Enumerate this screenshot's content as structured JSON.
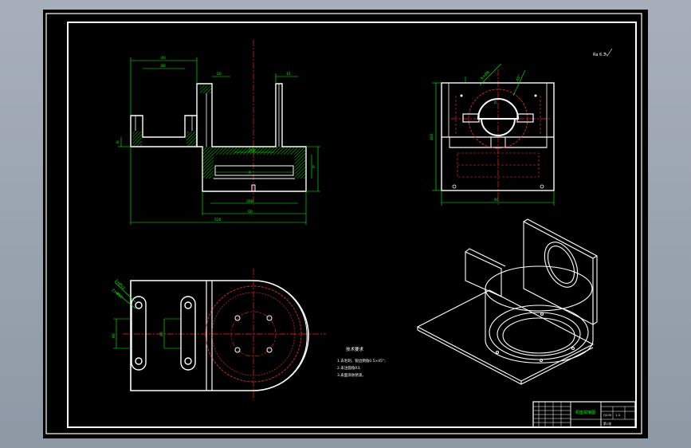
{
  "window": {
    "background": "#9aa3af",
    "canvas_color": "#000000"
  },
  "colors": {
    "outline": "#ffffff",
    "dimension": "#00ff00",
    "centerline": "#ff2020",
    "hatch": "#00ff00",
    "hidden": "#ff3030",
    "text": "#ffffff"
  },
  "views": {
    "front_view": {
      "dimensions": [
        "40",
        "80",
        "20",
        "15",
        "8",
        "R",
        "260",
        "300",
        "R",
        "50",
        "520"
      ]
    },
    "side_view": {
      "dimensions": [
        "6×Ø8",
        "45°",
        "D",
        "400",
        "40"
      ],
      "corner_note": "Ra 6.3"
    },
    "top_view": {
      "dimensions": [
        "2×Ø12",
        "2×Ø12",
        "80",
        "20"
      ]
    }
  },
  "technical_requirements": {
    "heading": "技术要求",
    "items": [
      "1.去毛刺，锐边倒角0.5×45°;",
      "2.未注圆角R3;",
      "3.表面涂防锈漆。"
    ]
  },
  "title_block": {
    "title": "机座焊接图",
    "material": "Q235",
    "scale": "1:2",
    "sheet": "第1张"
  }
}
